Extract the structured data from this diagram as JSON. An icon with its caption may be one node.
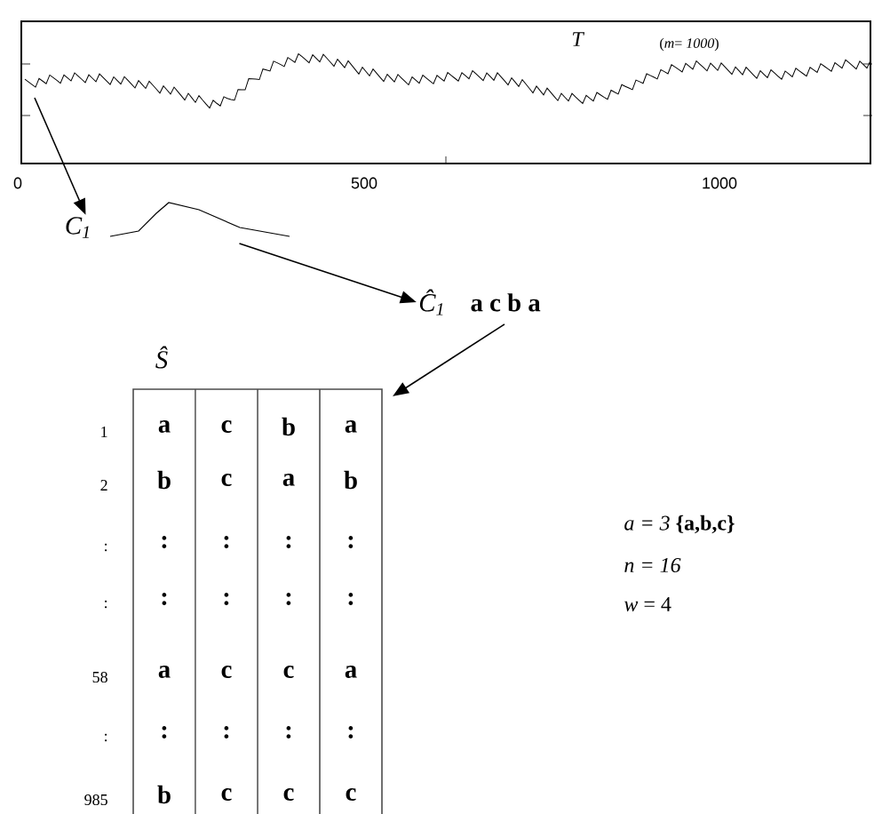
{
  "diagram": {
    "nodes": [
      {
        "text": [
          "T",
          "(*m*= *1000*)"
        ]
      },
      {
        "text": [
          "C$_{1}$"
        ]
      },
      {
        "text": [
          "Ĉ$_{1}$",
          "a c b a"
        ]
      },
      {
        "text": [
          "Ŝ"
        ]
      }
    ],
    "edges": [
      {
        "from": 0,
        "to": 1,
        "arrow": "to"
      },
      {
        "from": 1,
        "to": 2,
        "arrow": "to"
      },
      {
        "from": 2,
        "to": 3,
        "arrow": "to"
      }
    ],
    "labels": [
      "0",
      "500",
      "1000",
      "1",
      "a",
      "c",
      "b",
      "a",
      "2",
      "b",
      "c",
      "a",
      "b",
      ":",
      ":",
      ":",
      ":",
      ":",
      ":",
      ":",
      ":",
      ":",
      ":",
      "58",
      "a",
      "c",
      "c",
      "a",
      ":",
      ":",
      ":",
      ":",
      ":",
      "985",
      "b",
      "c",
      "c",
      "c",
      "*a = 3* **{a,b,c}**",
      "*n = 16*",
      "*w* = 4"
    ]
  }
}
